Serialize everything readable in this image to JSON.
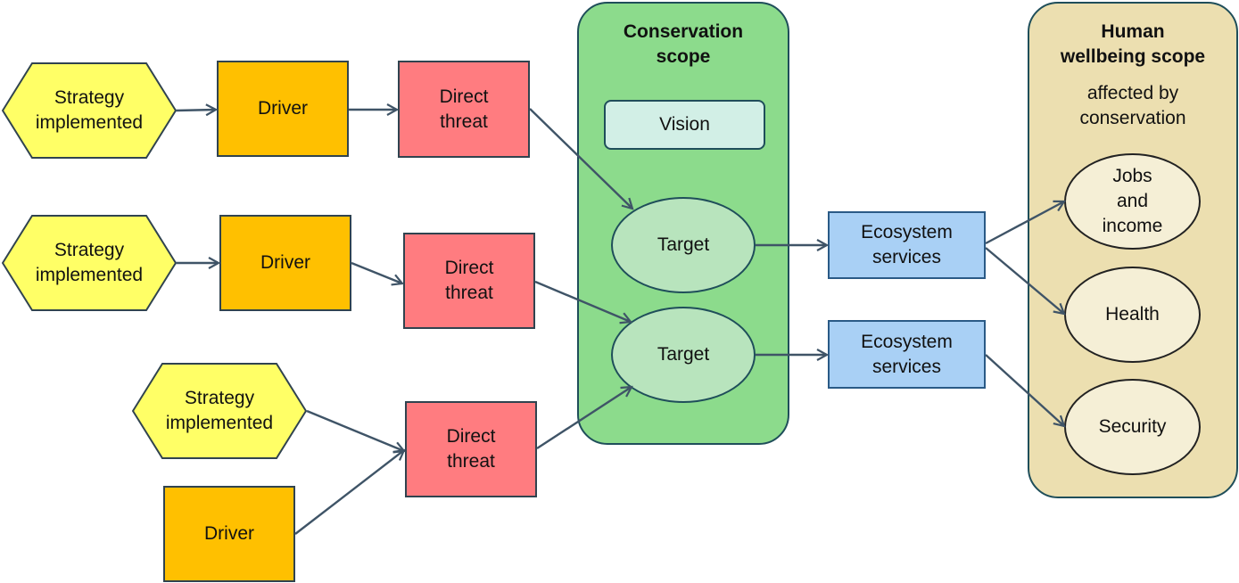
{
  "conservation_scope": {
    "title": "Conservation\nscope",
    "vision": "Vision",
    "target_1": "Target",
    "target_2": "Target"
  },
  "human_scope": {
    "title": "Human\nwellbeing scope",
    "subtitle": "affected by\nconservation",
    "jobs": "Jobs\nand\nincome",
    "health": "Health",
    "security": "Security"
  },
  "row1": {
    "strategy": "Strategy\nimplemented",
    "driver": "Driver",
    "threat": "Direct\nthreat"
  },
  "row2": {
    "strategy": "Strategy\nimplemented",
    "driver": "Driver",
    "threat": "Direct\nthreat"
  },
  "row3": {
    "strategy": "Strategy\nimplemented",
    "driver": "Driver",
    "threat": "Direct\nthreat"
  },
  "ecosystem": {
    "eco_1": "Ecosystem\nservices",
    "eco_2": "Ecosystem\nservices"
  },
  "colors": {
    "strategy": "#ffff66",
    "driver": "#ffc000",
    "threat": "#ff7c80",
    "conservation_scope": "#8cdb8c",
    "human_scope": "#ecdfb0",
    "ecosystem": "#a9d0f5",
    "arrow": "#3f5467"
  }
}
